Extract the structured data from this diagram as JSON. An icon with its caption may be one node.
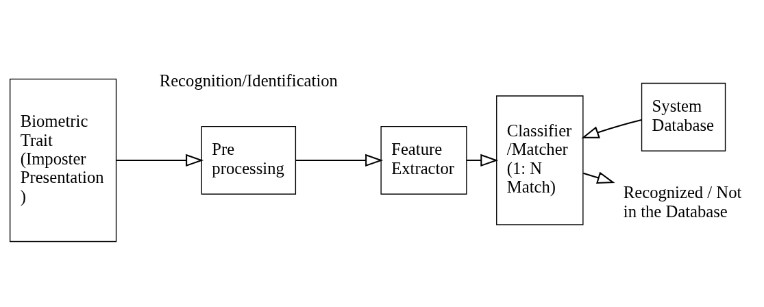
{
  "diagram": {
    "nodes": [
      {
        "text": [
          "Biometric Trait (Imposter Presentation )"
        ]
      },
      {
        "text": [
          "Pre processing"
        ]
      },
      {
        "text": [
          "Feature Extractor"
        ]
      },
      {
        "text": [
          "Classifier /Matcher (1: N Match)"
        ]
      },
      {
        "text": [
          "System Database"
        ]
      },
      {
        "text": [
          "Recognized / Not in the Database"
        ]
      }
    ],
    "edges": [
      {
        "from": 0,
        "to": 1,
        "arrow": "to"
      },
      {
        "from": 1,
        "to": 2,
        "arrow": "to"
      },
      {
        "from": 2,
        "to": 3,
        "arrow": "to"
      },
      {
        "from": 4,
        "to": 3,
        "arrow": "to"
      },
      {
        "from": 3,
        "to": 5,
        "arrow": "to"
      }
    ],
    "labels": [
      "Recognition/Identification"
    ]
  }
}
